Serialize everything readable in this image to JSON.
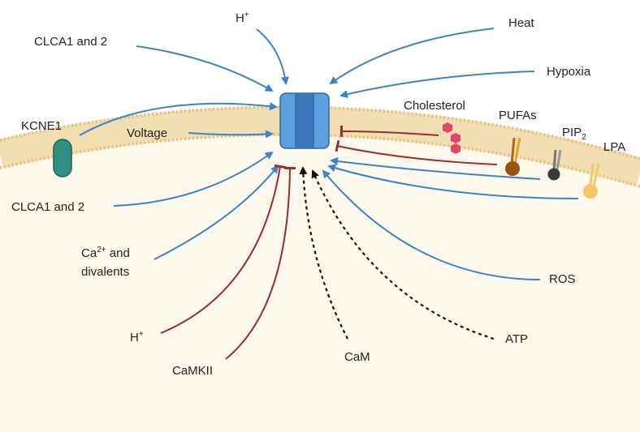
{
  "labels": {
    "h_plus_top": "H",
    "h_plus_top_sup": "+",
    "heat": "Heat",
    "clca_top": "CLCA1 and 2",
    "hypoxia": "Hypoxia",
    "kcne1": "KCNE1",
    "voltage": "Voltage",
    "cholesterol": "Cholesterol",
    "pufas": "PUFAs",
    "pip2_base": "PIP",
    "pip2_sub": "2",
    "lpa": "LPA",
    "clca_bottom": "CLCA1 and 2",
    "ca_line1_base": "Ca",
    "ca_line1_sup": "2+",
    "ca_line1_rest": " and",
    "ca_line2": "divalents",
    "ros": "ROS",
    "h_plus_bottom": "H",
    "h_plus_bottom_sup": "+",
    "camkii": "CaMKII",
    "cam": "CaM",
    "atp": "ATP"
  },
  "colors": {
    "activation": "#3a82c9",
    "inhibition": "#9b2b2b",
    "indirect": "#111111",
    "membrane": "#f1deb2",
    "cytoplasm": "#fdf8ec",
    "channel": "#5b9fdc",
    "kcne1": "#2f8f80",
    "cholesterol": "#e0476a",
    "pufa": "#b5660f",
    "pip2": "#444444",
    "lpa": "#f4c66a"
  }
}
